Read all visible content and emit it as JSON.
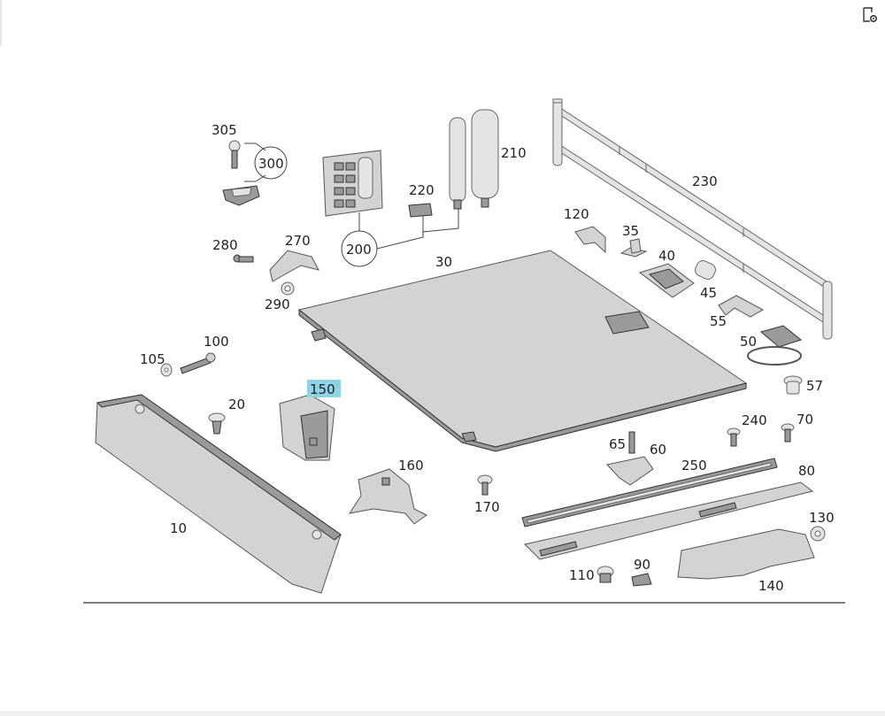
{
  "toolbar": {
    "icon": "document-settings-icon"
  },
  "diagram": {
    "highlight_color": "#8fd3e6",
    "highlighted": "150",
    "labels": {
      "l305": "305",
      "l300": "300",
      "l210": "210",
      "l220": "220",
      "l230": "230",
      "l280": "280",
      "l270": "270",
      "l200": "200",
      "l30": "30",
      "l290": "290",
      "l120": "120",
      "l35": "35",
      "l40": "40",
      "l45": "45",
      "l55": "55",
      "l50": "50",
      "l57": "57",
      "l100": "100",
      "l105": "105",
      "l150": "150",
      "l20": "20",
      "l160": "160",
      "l240": "240",
      "l70": "70",
      "l65": "65",
      "l60": "60",
      "l250": "250",
      "l80": "80",
      "l170": "170",
      "l10": "10",
      "l130": "130",
      "l110": "110",
      "l90": "90",
      "l140": "140"
    }
  }
}
